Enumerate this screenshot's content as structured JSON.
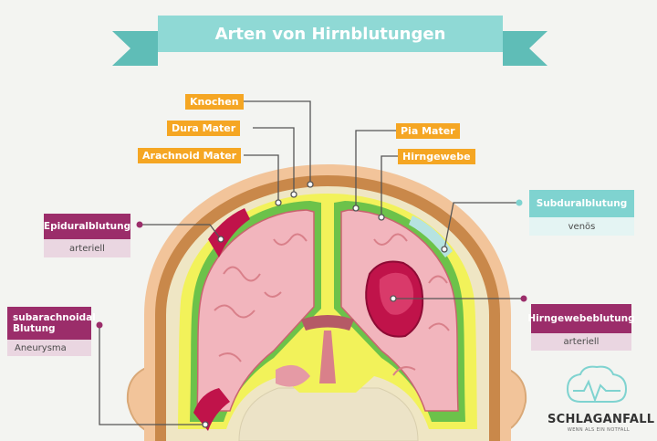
{
  "title": "Arten von Hirnblutungen",
  "labels": {
    "knochen": "Knochen",
    "dura": "Dura Mater",
    "arachnoid": "Arachnoid Mater",
    "pia": "Pia Mater",
    "hirngewebe": "Hirngewebe"
  },
  "boxes": {
    "epidural": {
      "title": "Epiduralblutung",
      "sub": "arteriell"
    },
    "subdural": {
      "title": "Subduralblutung",
      "sub": "venös"
    },
    "subarachnoidal": {
      "title": "subarachnoidal Blutung",
      "sub": "Aneurysma"
    },
    "hirngewebe": {
      "title": "Hirngewebeblutung",
      "sub": "arteriell"
    }
  },
  "brand": {
    "name": "SCHLAGANFALL",
    "tagline": "WENN ALS EIN NOTFALL"
  },
  "colors": {
    "banner": "#8fd9d5",
    "banner_tail": "#5fbdb7",
    "skin": "#f2c49a",
    "bone": "#c9884a",
    "dura_yellow": "#f2f25a",
    "membrane_green": "#6cc24a",
    "brain_pink": "#f2b5bd",
    "bleed": "#c0134a",
    "label_orange": "#f5a623",
    "box_purple": "#9b2d6a",
    "box_teal": "#7fd3d0"
  }
}
